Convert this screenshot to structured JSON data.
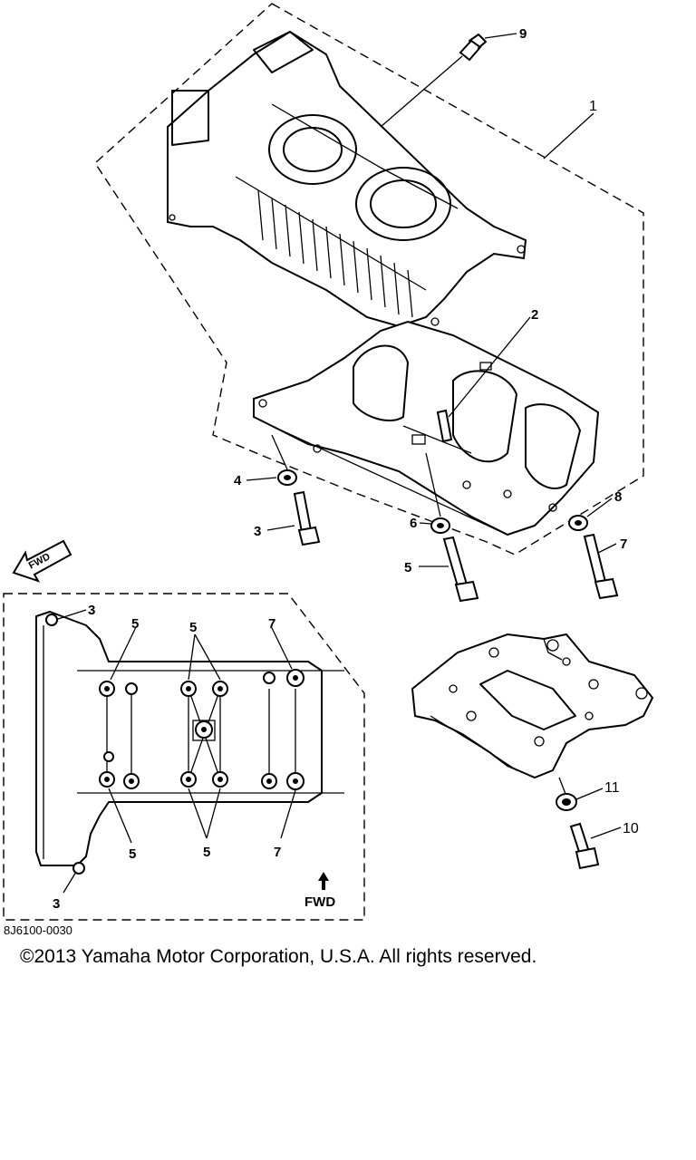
{
  "diagram": {
    "callouts": {
      "p1": "1",
      "p2": "2",
      "p3": "3",
      "p4": "4",
      "p5": "5",
      "p6": "6",
      "p7": "7",
      "p8": "8",
      "p9": "9",
      "p10": "10",
      "p11": "11"
    },
    "inset_callouts": {
      "c3_top": "3",
      "c5_a": "5",
      "c5_b": "5",
      "c7_top": "7",
      "c5_c": "5",
      "c5_d": "5",
      "c7_bottom": "7",
      "c3_bottom": "3"
    },
    "fwd_arrow_label": "FWD",
    "inset_fwd_label": "FWD"
  },
  "footer": {
    "code": "8J6100-0030",
    "copyright": "©2013 Yamaha Motor Corporation, U.S.A. All rights reserved."
  }
}
